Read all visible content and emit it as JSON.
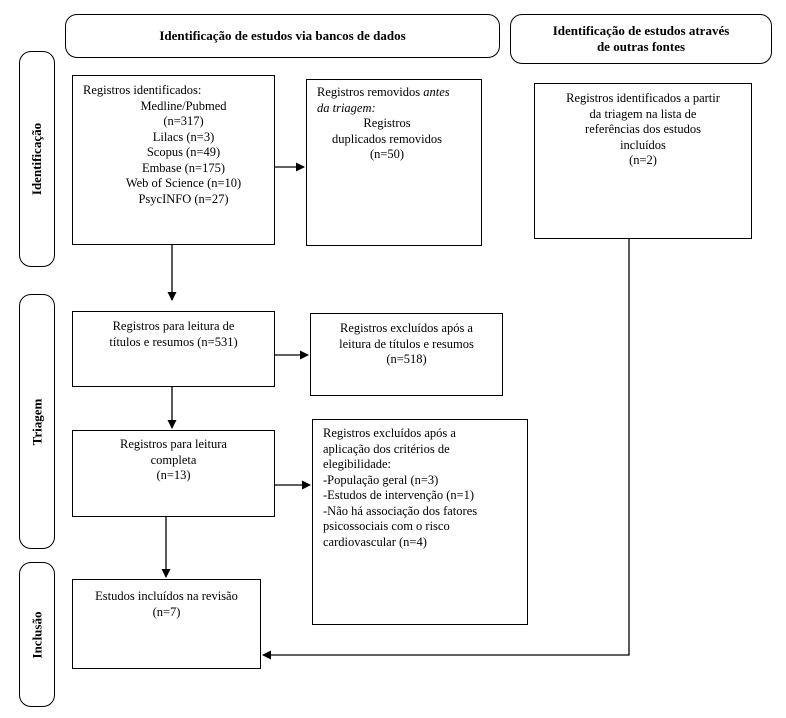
{
  "headers": {
    "databases": "Identificação de estudos via bancos de dados",
    "other_sources": [
      "Identificação de estudos através",
      "de outras fontes"
    ]
  },
  "phases": {
    "identification": "Identificação",
    "screening": "Triagem",
    "inclusion": "Inclusão"
  },
  "records_identified": {
    "title": "Registros identificados:",
    "lines": [
      "Medline/Pubmed",
      "(n=317)",
      "Lilacs (n=3)",
      "Scopus (n=49)",
      "Embase (n=175)",
      "Web of Science (n=10)",
      "PsycINFO (n=27)"
    ]
  },
  "records_removed": {
    "line1_a": "Registros removidos ",
    "line1_b": "antes",
    "line2": "da triagem:",
    "lines": [
      "Registros",
      "duplicados removidos",
      "(n=50)"
    ]
  },
  "other_sources_box": {
    "lines": [
      "Registros identificados a partir",
      "da triagem na lista de",
      "referências dos estudos",
      "incluídos",
      "(n=2)"
    ]
  },
  "screening_box": {
    "lines": [
      "Registros para leitura de",
      "títulos e resumos (n=531)"
    ]
  },
  "excluded_screening": {
    "lines": [
      "Registros excluídos após a",
      "leitura de títulos e resumos",
      "(n=518)"
    ]
  },
  "full_text_box": {
    "lines": [
      "Registros para leitura",
      "completa",
      "(n=13)"
    ]
  },
  "excluded_full": {
    "lines": [
      "Registros excluídos após a",
      "aplicação dos critérios de",
      "elegibilidade:",
      "-População geral (n=3)",
      "-Estudos de intervenção (n=1)",
      "-Não há associação dos fatores",
      "psicossociais com o risco",
      "cardiovascular (n=4)"
    ]
  },
  "included_box": {
    "lines": [
      "Estudos incluídos na revisão",
      "(n=7)"
    ]
  }
}
